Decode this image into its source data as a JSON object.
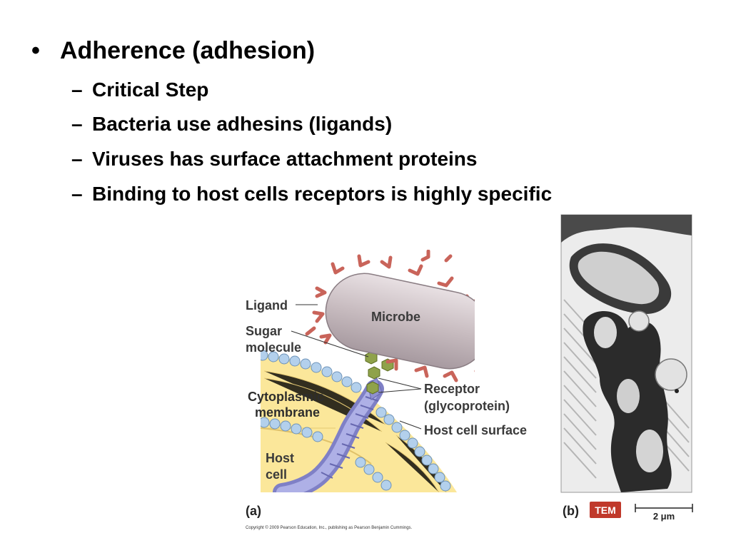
{
  "slide": {
    "bullet_symbol": "•",
    "dash_symbol": "–",
    "heading": "Adherence (adhesion)",
    "subpoints": [
      "Critical Step",
      "Bacteria use adhesins (ligands)",
      "Viruses has surface attachment proteins",
      "Binding to host cells receptors is highly specific"
    ]
  },
  "figure": {
    "labels": {
      "ligand": "Ligand",
      "sugar_1": "Sugar",
      "sugar_2": "molecule",
      "microbe": "Microbe",
      "cyto_1": "Cytoplasmic",
      "cyto_2": "membrane",
      "receptor_1": "Receptor",
      "receptor_2": "(glycoprotein)",
      "host_surface": "Host cell surface",
      "host_1": "Host",
      "host_2": "cell",
      "panel_a": "(a)",
      "panel_b": "(b)",
      "tem_badge": "TEM",
      "scale": "2 μm",
      "copyright": "Copyright © 2009 Pearson Education, Inc., publishing as Pearson Benjamin Cummings."
    },
    "colors": {
      "ligand": "#c9645a",
      "microbe_fill": "#c8bcc0",
      "membrane_yellow": "#fbe79a",
      "bead_blue": "#b3d0ec",
      "receptor_purple": "#9b9bd6",
      "sugar_green": "#8fa24a",
      "tem_badge": "#c0392b"
    },
    "icons": [
      "microbe-cell",
      "receptor-glycoprotein",
      "sugar-hexagon",
      "membrane-bilayer",
      "tem-micrograph"
    ]
  }
}
